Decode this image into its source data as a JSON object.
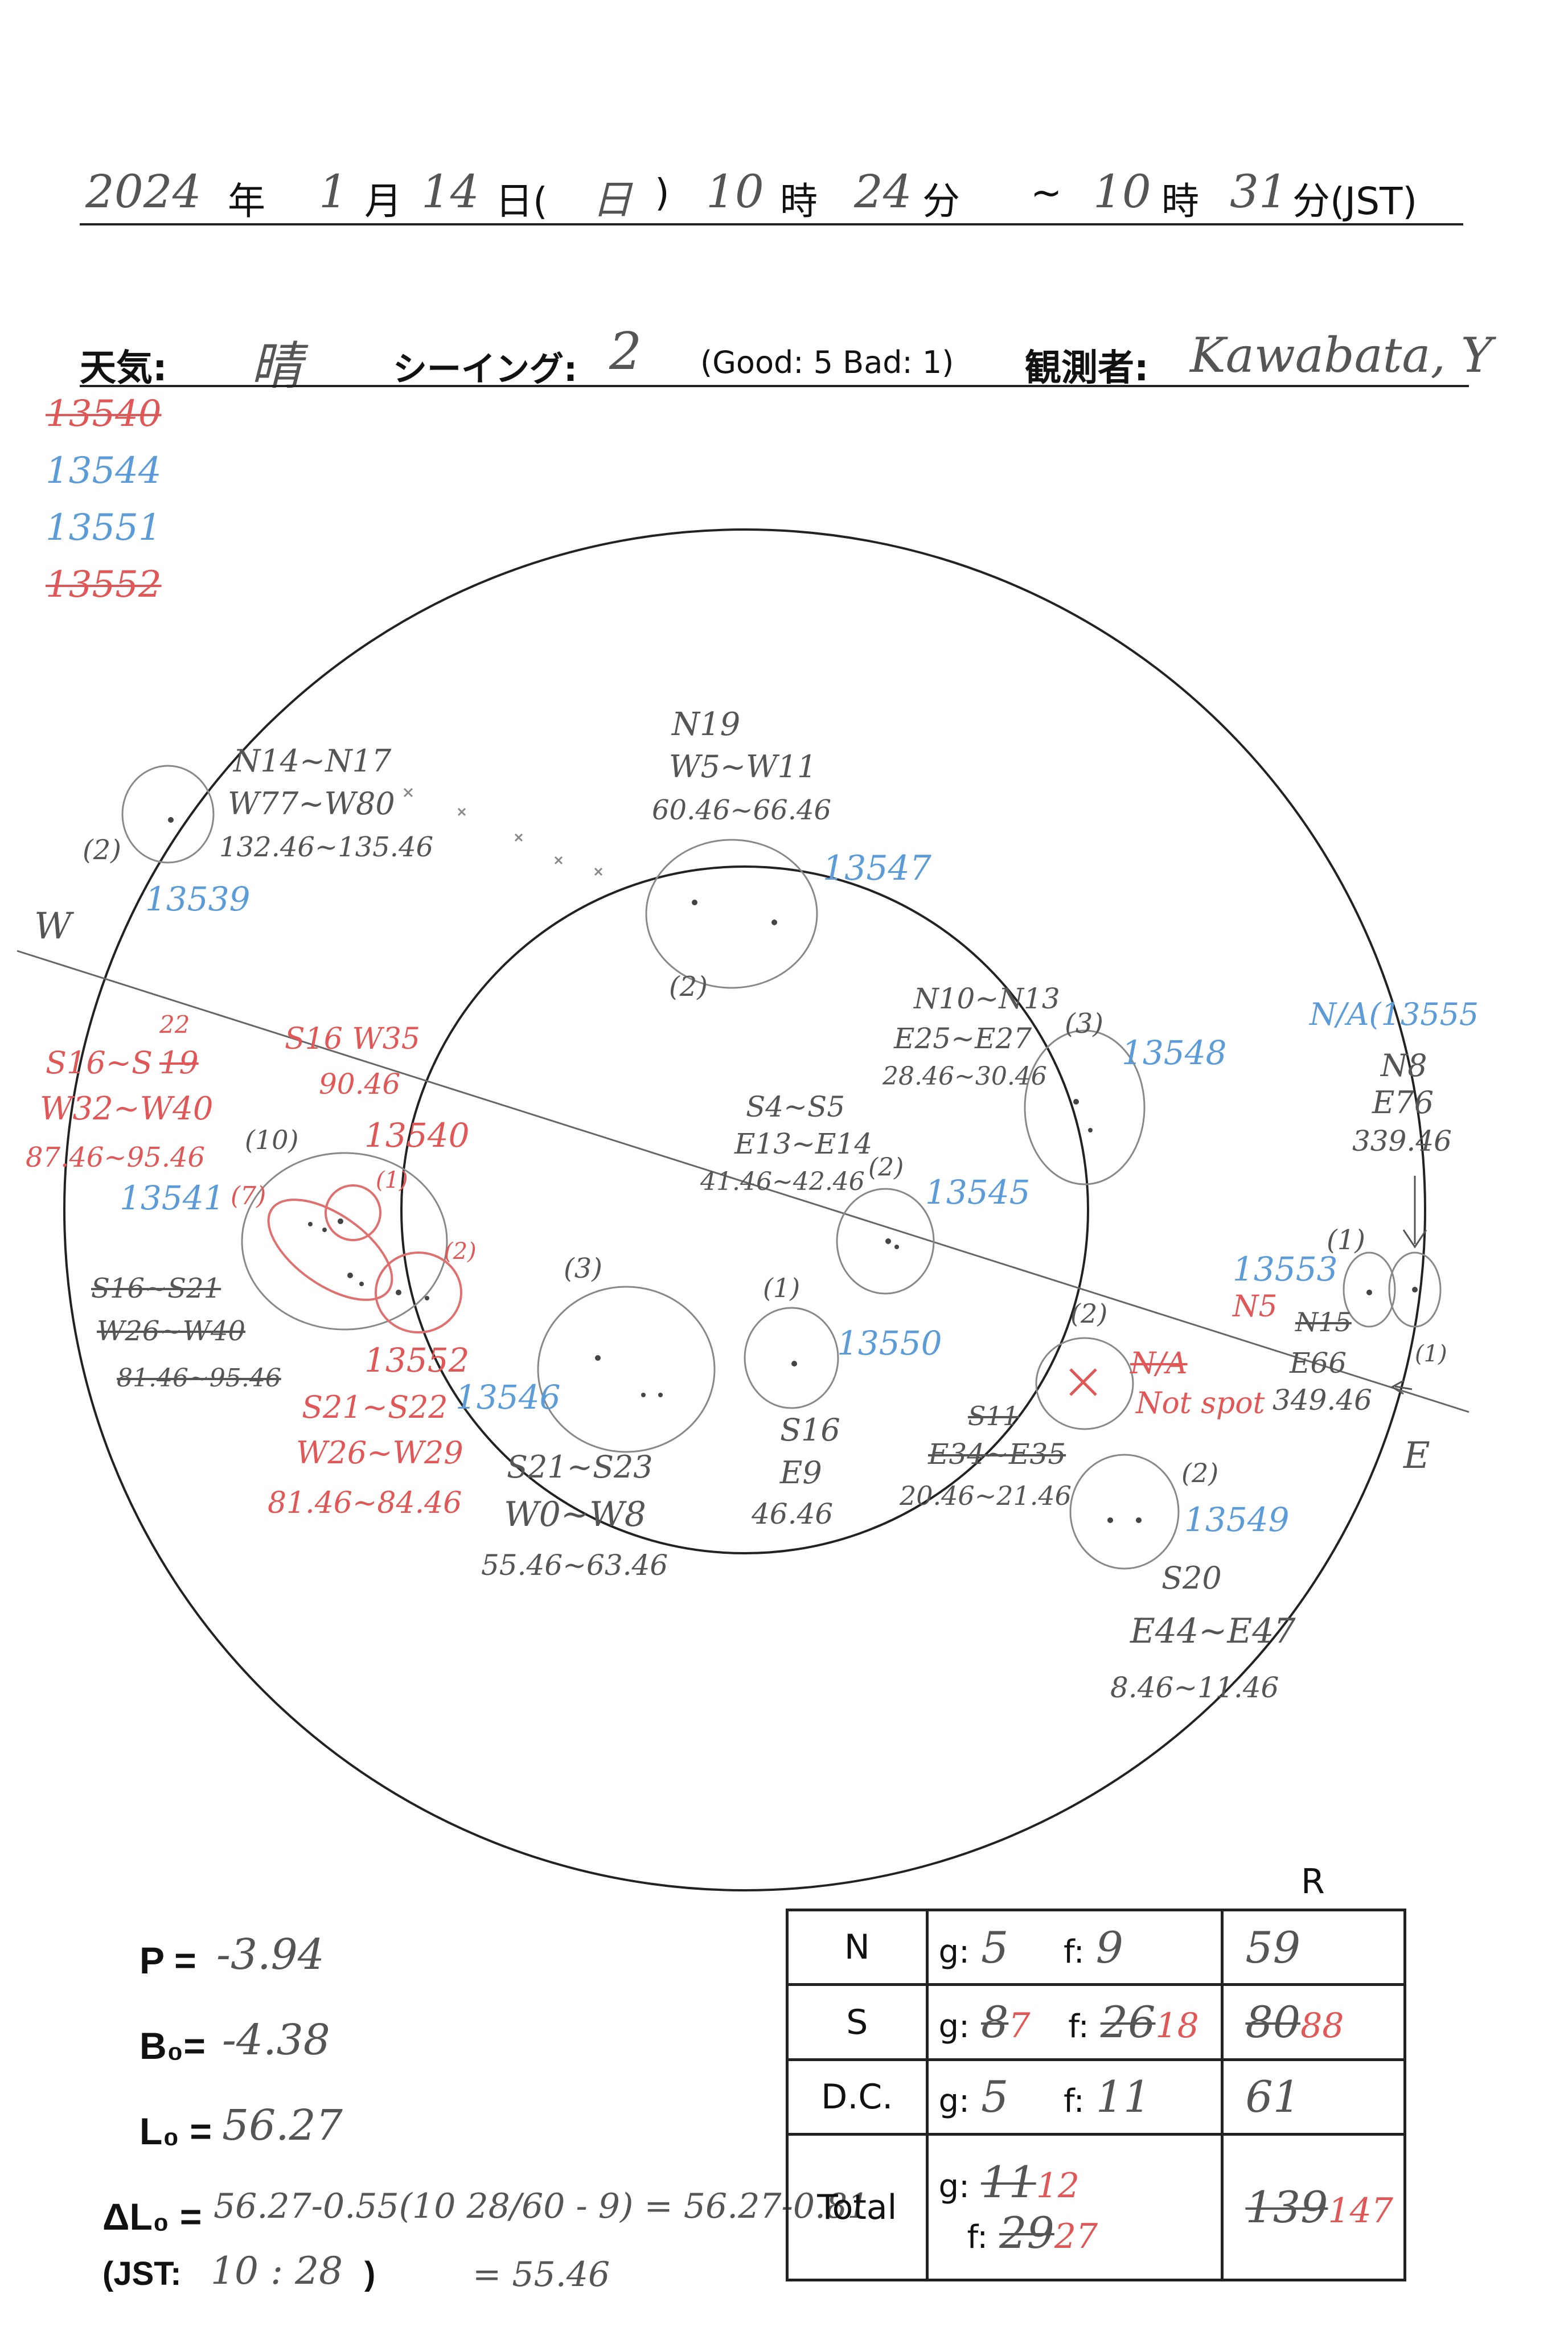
{
  "header": {
    "year": "2024",
    "year_unit": "年",
    "month": "1",
    "month_unit": "月",
    "day": "14",
    "day_unit": "日(",
    "weekday": "日",
    "close_paren": ")",
    "start_hour": "10",
    "hour_unit": "時",
    "start_min": "24",
    "min_unit": "分",
    "tilde": "~",
    "end_hour": "10",
    "end_hour_unit": "時",
    "end_min": "31",
    "end_min_unit": "分(JST)"
  },
  "conditions": {
    "weather_label": "天気:",
    "weather_value": "晴",
    "seeing_label": "シーイング:",
    "seeing_value": "2",
    "scale_note": "(Good: 5  Bad: 1)",
    "observer_label": "観測者:",
    "observer_value": "Kawabata, Y"
  },
  "region_list": [
    {
      "text": "13540",
      "struck": true,
      "color": "#e05757"
    },
    {
      "text": "13544",
      "struck": false,
      "color": "#5a9bd8"
    },
    {
      "text": "13551",
      "struck": false,
      "color": "#5a9bd8"
    },
    {
      "text": "13552",
      "struck": true,
      "color": "#e05757"
    }
  ],
  "disk": {
    "west_label": "W",
    "east_label": "E"
  },
  "annotations": {
    "g13539": {
      "count": "(2)",
      "lat": "N14~N17",
      "lon": "W77~W80",
      "range": "132.46~135.46",
      "region": "13539"
    },
    "g13547": {
      "lat": "N19",
      "lon": "W5~W11",
      "range": "60.46~66.46",
      "count": "(2)",
      "region": "13547"
    },
    "g13548": {
      "lat": "N10~N13",
      "lon": "E25~E27",
      "range": "28.46~30.46",
      "count": "(3)",
      "region": "13548"
    },
    "g13555": {
      "region": "N/A(13555",
      "lat": "N8",
      "lon": "E76",
      "range": "339.46"
    },
    "g13545": {
      "lat": "S4~S5",
      "lon": "E13~E14",
      "range": "41.46~42.46",
      "count": "(2)",
      "region": "13545"
    },
    "g13541": {
      "lat_a": "S16~S",
      "lat_a_struck": "19",
      "lat_a_new": "22",
      "lon": "W32~W40",
      "range": "87.46~95.46",
      "region": "13541",
      "count_outer": "(10)",
      "count_inner": "(7)",
      "old_lat": "S16~S21",
      "old_lon": "W26~W40",
      "old_range": "81.46~95.46"
    },
    "g13540": {
      "lat": "S16 W35",
      "range": "90.46",
      "region": "13540",
      "count": "(1)"
    },
    "g13552": {
      "count": "(2)",
      "region": "13552",
      "lat": "S21~S22",
      "lon": "W26~W29",
      "range": "81.46~84.46"
    },
    "g13546": {
      "count": "(3)",
      "region": "13546",
      "lat": "S21~S23",
      "lon": "W0~W8",
      "range": "55.46~63.46"
    },
    "g13550": {
      "count": "(1)",
      "region": "13550",
      "lat": "S16",
      "lon": "E9",
      "range": "46.46"
    },
    "g13553": {
      "count": "(1)",
      "region": "13553",
      "lat_new": "N5",
      "lat_old": "N15",
      "lon": "E66",
      "range": "349.46",
      "count_right": "(1)"
    },
    "gNA": {
      "count": "(2)",
      "region": "N/A",
      "note": "Not spot",
      "lat": "S11",
      "lon": "E34~E35",
      "range": "20.46~21.46"
    },
    "g13549": {
      "count": "(2)",
      "region": "13549",
      "lat": "S20",
      "lon": "E44~E47",
      "range": "8.46~11.46"
    }
  },
  "params": {
    "p_label": "P =",
    "p_value": "-3.94",
    "b0_label": "B₀=",
    "b0_value": "-4.38",
    "l0_label": "L₀ =",
    "l0_value": "56.27",
    "dl0_label": "ΔL₀ =",
    "dl0_expr": "56.27-0.55(10 28/60 - 9) = 56.27-0.81",
    "jst_label": "(JST:",
    "jst_value": "10 : 28",
    "jst_close": ")",
    "dl0_result": "= 55.46"
  },
  "r_table": {
    "r_header": "R",
    "g_label": "g:",
    "f_label": "f:",
    "rows": [
      {
        "label": "N",
        "g": "5",
        "f": "9",
        "r": "59"
      },
      {
        "label": "S",
        "g_old": "8",
        "g": "7",
        "f_old": "26",
        "f": "18",
        "r_old": "80",
        "r": "88"
      },
      {
        "label": "D.C.",
        "g": "5",
        "f": "11",
        "r": "61"
      },
      {
        "label": "Total",
        "g_old": "11",
        "g": "12",
        "f_old": "29",
        "f": "27",
        "r_old": "139",
        "r": "147"
      }
    ]
  }
}
